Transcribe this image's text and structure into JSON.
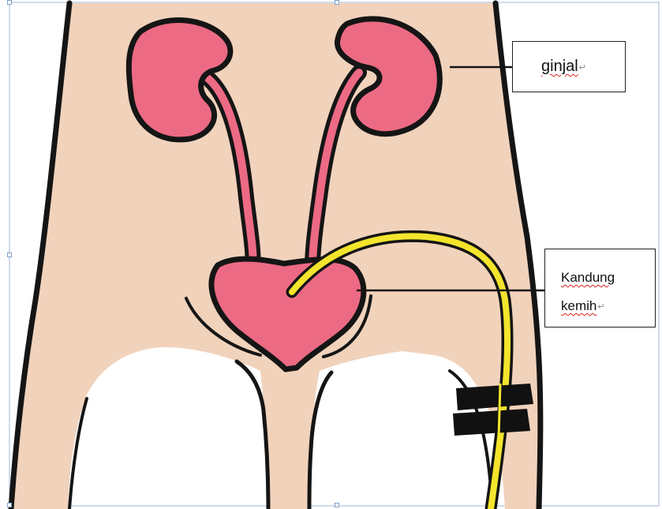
{
  "labels": {
    "kidney": {
      "text": "ginjal",
      "mark": "↵"
    },
    "bladder": {
      "line1": "Kandung",
      "line2": "kemih",
      "mark": "↵"
    }
  },
  "colors": {
    "skin": "#f1d2bb",
    "organ": "#ec6a84",
    "outline": "#151515",
    "catheter": "#f3e42c",
    "tape": "#111111",
    "spellcheck": "#d9201a"
  },
  "icons": {
    "paragraph_mark": "return-arrow-icon"
  }
}
